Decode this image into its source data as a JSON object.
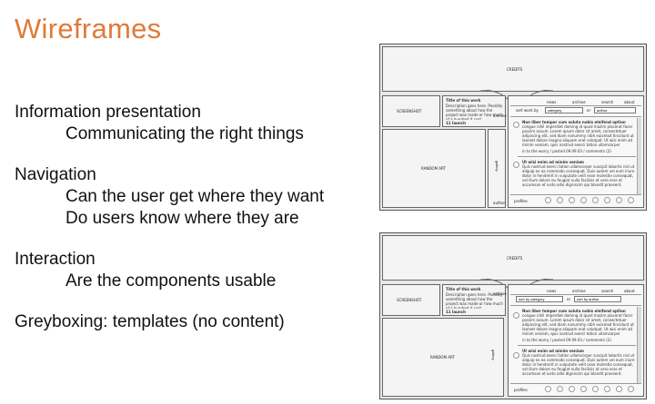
{
  "slide": {
    "title": "Wireframes",
    "sections": [
      {
        "heading": "Information presentation",
        "subs": [
          "Communicating the right things"
        ]
      },
      {
        "heading": "Navigation",
        "subs": [
          "Can the user get where they want",
          "Do users know where they are"
        ]
      },
      {
        "heading": "Interaction",
        "subs": [
          "Are the components usable"
        ]
      },
      {
        "heading": "Greyboxing: templates (no content)",
        "subs": []
      }
    ]
  },
  "wireframe": {
    "banner_label": "CREDITS",
    "screenshot_label": "SCREENSHOT",
    "random_art_label": "RANDOM ART",
    "info_title": "Title of this work",
    "info_text": "Description goes here. Possibly something about how the project was made or how much of a hundred it cost.",
    "info_link": "11 launch",
    "archive_label": "archive",
    "nav_items": [
      "news",
      "archive",
      "search",
      "about"
    ],
    "sort_label": "sort work by",
    "sort_category": "category",
    "sort_or": "or",
    "sort_author": "author",
    "sort_by_category": "sort by category",
    "sort_by_author": "sort by author",
    "post_title": "Non liber tempor cum soluta nobis eleifend option",
    "post_text": "congue nihil imperdiet doming id quod mazim placerat facer possim assum. Lorem ipsum dolor sit amet, consectetuer adipiscing elit, sed diam nonummy nibh euismod tincidunt ut laoreet dolore magna aliquam erat volutpat. Ut wisi enim ad minim veniam, quis nostrud exerci tation ullamcorper suscipit lobortis nisl ut aliquip ex ea commodo consequat.",
    "post_meta": "in to the worry  /  posted 09.09.03  /  comments (2)",
    "post2_title": "Ut wisi enim ad minim veniam",
    "post2_text": "Quis nostrud exerci tation ullamcorper suscipit lobortis nisl ut aliquip ex ea commodo consequat. Duis autem vel eum iriure dolor in hendrerit in vulputate velit esse molestie consequat, vel illum dolore eu feugiat nulla facilisis at vero eros et accumsan et iusto odio dignissim qui blandit praesent.",
    "gallery_label": "gallery",
    "profiles_label": "profiles",
    "author_label": "author"
  }
}
